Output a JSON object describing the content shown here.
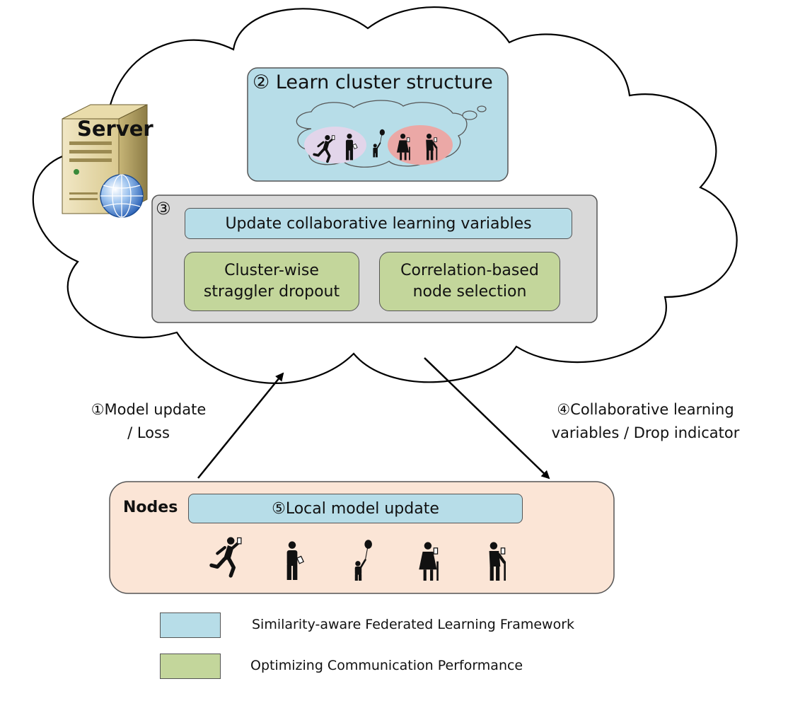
{
  "server": {
    "label": "Server"
  },
  "cluster_step": {
    "number": "②",
    "title": "Learn cluster structure"
  },
  "update_step": {
    "number": "③",
    "title": "Update collaborative learning variables",
    "dropout": [
      "Cluster-wise",
      "straggler dropout"
    ],
    "selection": [
      "Correlation-based",
      "node selection"
    ]
  },
  "arrow_up": {
    "number": "①",
    "line1": "Model update",
    "line2": "/ Loss"
  },
  "arrow_down": {
    "number": "④",
    "line1": "Collaborative learning",
    "line2": "variables / Drop indicator"
  },
  "nodes": {
    "label": "Nodes",
    "number": "⑤",
    "title": "Local model update"
  },
  "legend": [
    {
      "color": "#b7dde8",
      "text": "Similarity-aware Federated Learning Framework"
    },
    {
      "color": "#c3d69b",
      "text": "Optimizing Communication Performance"
    }
  ],
  "colors": {
    "blue": "#b7dde8",
    "green": "#c3d69b",
    "gray": "#d9d9d9",
    "peach": "#fbe5d6",
    "purple": "#e2d5ea",
    "pink": "#eba8a6"
  }
}
